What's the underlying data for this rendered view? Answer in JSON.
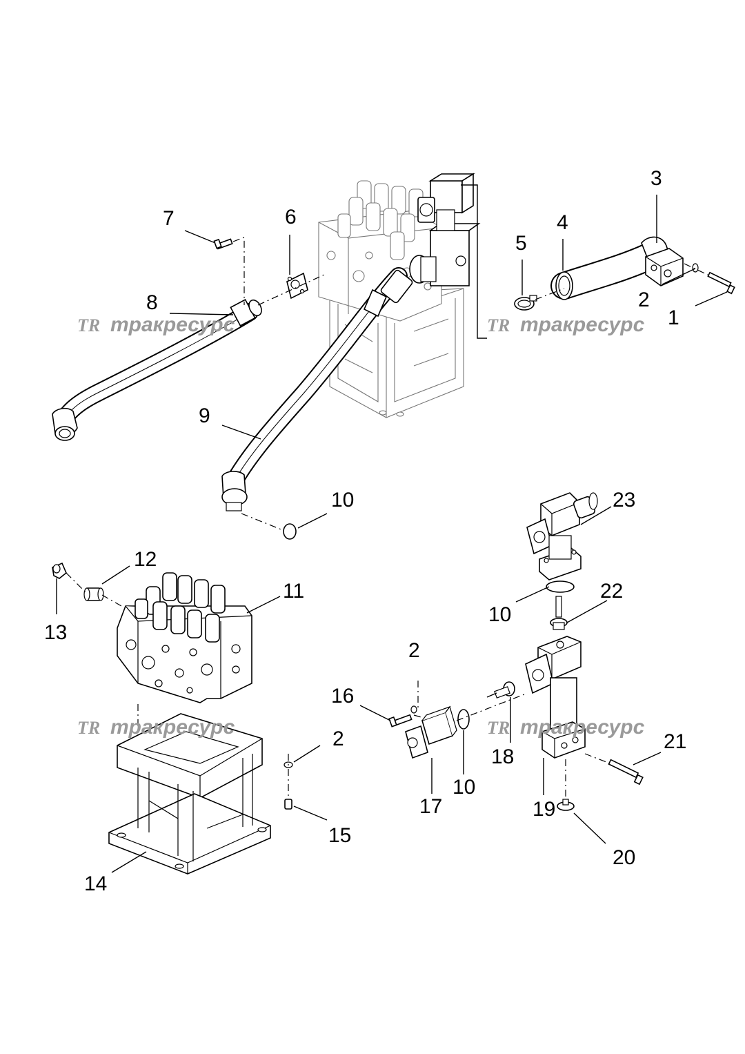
{
  "watermark": {
    "logo": "TR",
    "text": "тракресурс"
  },
  "callouts": [
    {
      "id": "c1",
      "label": "1"
    },
    {
      "id": "c2a",
      "label": "2"
    },
    {
      "id": "c3",
      "label": "3"
    },
    {
      "id": "c4",
      "label": "4"
    },
    {
      "id": "c5",
      "label": "5"
    },
    {
      "id": "c6",
      "label": "6"
    },
    {
      "id": "c7",
      "label": "7"
    },
    {
      "id": "c8",
      "label": "8"
    },
    {
      "id": "c9",
      "label": "9"
    },
    {
      "id": "c10a",
      "label": "10"
    },
    {
      "id": "c11",
      "label": "11"
    },
    {
      "id": "c12",
      "label": "12"
    },
    {
      "id": "c13",
      "label": "13"
    },
    {
      "id": "c14",
      "label": "14"
    },
    {
      "id": "c15",
      "label": "15"
    },
    {
      "id": "c2b",
      "label": "2"
    },
    {
      "id": "c16",
      "label": "16"
    },
    {
      "id": "c2c",
      "label": "2"
    },
    {
      "id": "c17",
      "label": "17"
    },
    {
      "id": "c10b",
      "label": "10"
    },
    {
      "id": "c18",
      "label": "18"
    },
    {
      "id": "c19",
      "label": "19"
    },
    {
      "id": "c20",
      "label": "20"
    },
    {
      "id": "c21",
      "label": "21"
    },
    {
      "id": "c10c",
      "label": "10"
    },
    {
      "id": "c22",
      "label": "22"
    },
    {
      "id": "c23",
      "label": "23"
    }
  ]
}
